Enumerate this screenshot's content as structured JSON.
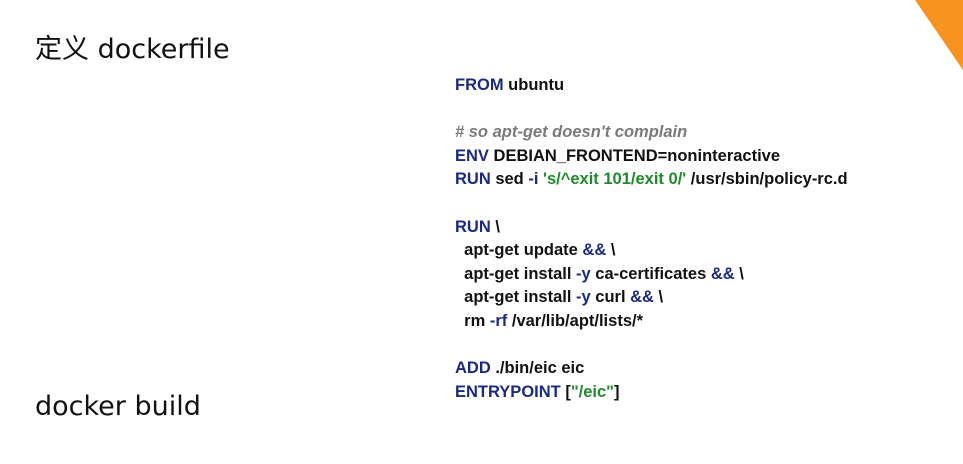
{
  "slide": {
    "title": "定义 dockerfile",
    "subtitle": "docker build",
    "accent_color": "#f7931e"
  },
  "code": {
    "lines": [
      [
        {
          "t": "FROM",
          "c": "kw"
        },
        {
          "t": " ubuntu",
          "c": "txt"
        }
      ],
      [],
      [
        {
          "t": "# so apt-get doesn't complain",
          "c": "cm"
        }
      ],
      [
        {
          "t": "ENV",
          "c": "kw"
        },
        {
          "t": " DEBIAN_FRONTEND=noninteractive",
          "c": "txt"
        }
      ],
      [
        {
          "t": "RUN",
          "c": "kw"
        },
        {
          "t": " sed ",
          "c": "txt"
        },
        {
          "t": "-i",
          "c": "op"
        },
        {
          "t": " ",
          "c": "txt"
        },
        {
          "t": "'s/^exit 101/exit 0/'",
          "c": "str"
        },
        {
          "t": " /usr/sbin/policy-rc.d",
          "c": "txt"
        }
      ],
      [],
      [
        {
          "t": "RUN",
          "c": "kw"
        },
        {
          "t": " \\",
          "c": "txt"
        }
      ],
      [
        {
          "t": "  apt-get update ",
          "c": "txt"
        },
        {
          "t": "&&",
          "c": "op"
        },
        {
          "t": " \\",
          "c": "txt"
        }
      ],
      [
        {
          "t": "  apt-get install ",
          "c": "txt"
        },
        {
          "t": "-y",
          "c": "op"
        },
        {
          "t": " ca-certificates ",
          "c": "txt"
        },
        {
          "t": "&&",
          "c": "op"
        },
        {
          "t": " \\",
          "c": "txt"
        }
      ],
      [
        {
          "t": "  apt-get install ",
          "c": "txt"
        },
        {
          "t": "-y",
          "c": "op"
        },
        {
          "t": " curl ",
          "c": "txt"
        },
        {
          "t": "&&",
          "c": "op"
        },
        {
          "t": " \\",
          "c": "txt"
        }
      ],
      [
        {
          "t": "  rm ",
          "c": "txt"
        },
        {
          "t": "-rf",
          "c": "op"
        },
        {
          "t": " /var/lib/apt/lists/*",
          "c": "txt"
        }
      ],
      [],
      [
        {
          "t": "ADD",
          "c": "kw"
        },
        {
          "t": " ./bin/eic eic",
          "c": "txt"
        }
      ],
      [
        {
          "t": "ENTRYPOINT",
          "c": "kw"
        },
        {
          "t": " [",
          "c": "txt"
        },
        {
          "t": "\"/eic\"",
          "c": "str"
        },
        {
          "t": "]",
          "c": "txt"
        }
      ]
    ]
  }
}
